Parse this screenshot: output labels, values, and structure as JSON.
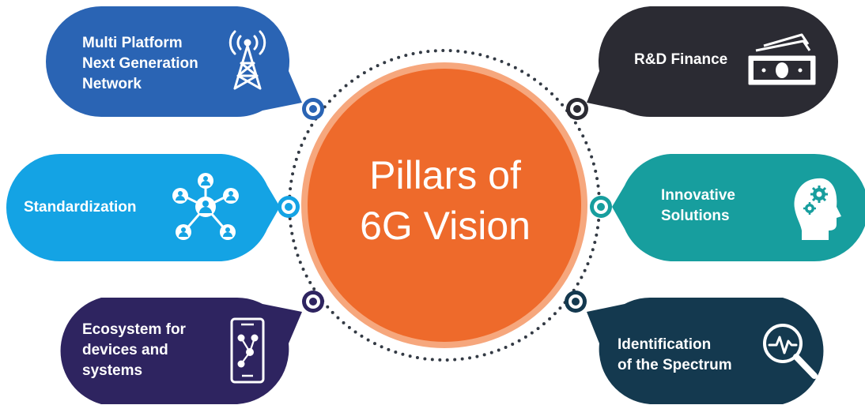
{
  "center": {
    "line1": "Pillars of",
    "line2": "6G Vision",
    "color": "#EE6A2B"
  },
  "pillars": [
    {
      "id": "network",
      "lines": [
        "Multi Platform",
        "Next Generation",
        "Network"
      ],
      "icon": "antenna-tower-icon",
      "color": "#2A64B4"
    },
    {
      "id": "finance",
      "lines": [
        "R&D Finance"
      ],
      "icon": "money-bills-icon",
      "color": "#2B2B33"
    },
    {
      "id": "standardization",
      "lines": [
        "Standardization"
      ],
      "icon": "people-network-icon",
      "color": "#14A3E4"
    },
    {
      "id": "innovation",
      "lines": [
        "Innovative",
        "Solutions"
      ],
      "icon": "head-gears-icon",
      "color": "#179E9E"
    },
    {
      "id": "ecosystem",
      "lines": [
        "Ecosystem for",
        "devices and",
        "systems"
      ],
      "icon": "smartphone-network-icon",
      "color": "#2E2460"
    },
    {
      "id": "spectrum",
      "lines": [
        "Identification",
        "of the Spectrum"
      ],
      "icon": "magnifier-waveform-icon",
      "color": "#14394F"
    }
  ]
}
